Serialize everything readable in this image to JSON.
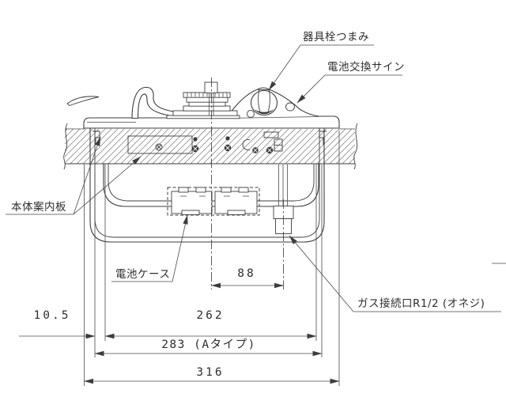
{
  "drawing": {
    "title": "built-in-single-burner-gas-stove-section",
    "callouts": {
      "knob": "器具栓つまみ",
      "battery_sign": "電池交換サイン",
      "guide_plate": "本体案内板",
      "battery_case": "電池ケース",
      "gas_inlet": "ガス接続口R1/2 (オネジ)"
    },
    "dimensions": {
      "gas_offset": "88",
      "left_offset": "10.5",
      "opening_width": "262",
      "body_width": "283 (Aタイプ)",
      "overall_width": "316"
    },
    "colors": {
      "line": "#3d3d3d",
      "background": "#ffffff",
      "hatch": "#777777"
    }
  }
}
